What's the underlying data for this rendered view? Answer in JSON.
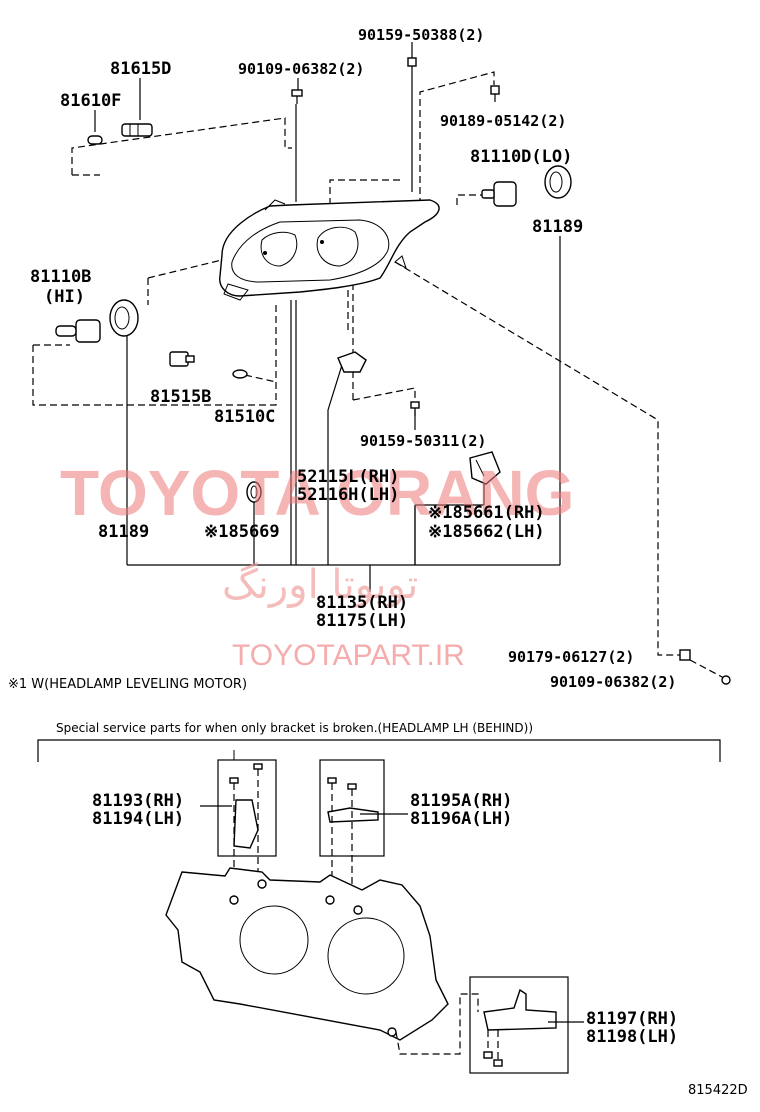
{
  "watermark": {
    "brand": "TOYOTA ORANG",
    "persian": "تویوتا اورنگ",
    "url": "TOYOTAPART.IR"
  },
  "parts": {
    "p81615D": "81615D",
    "p81610F": "81610F",
    "p90159_50388": "90159-50388(2)",
    "p90109_06382_top": "90109-06382(2)",
    "p90189_05142": "90189-05142(2)",
    "p81110D": "81110D(LO)",
    "p81189_right": "81189",
    "p81110B": "81110B",
    "p81110B_sub": "(HI)",
    "p81515B": "81515B",
    "p81510C": "81510C",
    "p90159_50311": "90159-50311(2)",
    "p52115L": "52115L(RH)",
    "p52116H": "52116H(LH)",
    "p85661": "※185661(RH)",
    "p85662": "※185662(LH)",
    "p81189_left": "81189",
    "p85669": "※185669",
    "p81135": "81135(RH)",
    "p81175": "81175(LH)",
    "p90179_06127": "90179-06127(2)",
    "p90109_06382_bot": "90109-06382(2)",
    "p81193": "81193(RH)",
    "p81194": "81194(LH)",
    "p81195A": "81195A(RH)",
    "p81196A": "81196A(LH)",
    "p81197": "81197(RH)",
    "p81198": "81198(LH)"
  },
  "notes": {
    "footnote": "※1  W(HEADLAMP LEVELING MOTOR)",
    "special": "Special service parts for when only bracket is broken.(HEADLAMP LH (BEHIND))",
    "figure_id": "815422D"
  }
}
